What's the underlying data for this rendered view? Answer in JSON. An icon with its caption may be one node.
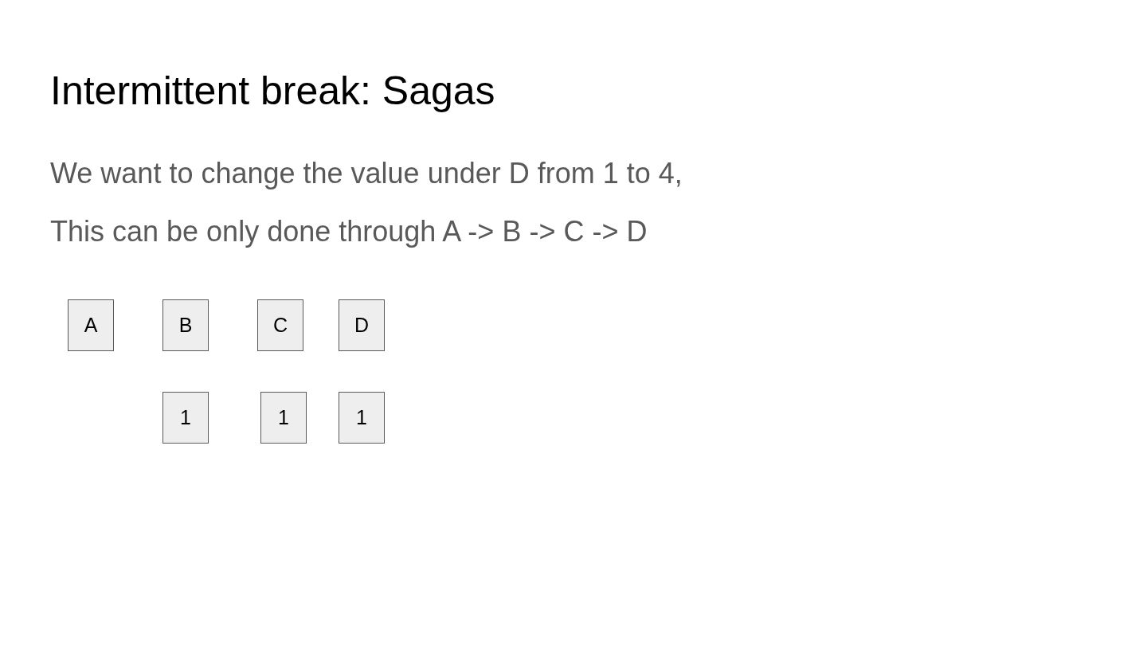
{
  "diagram": {
    "title": "Intermittent break: Sagas",
    "nodes": [
      {
        "text": [
          "A"
        ]
      },
      {
        "text": [
          "B"
        ]
      },
      {
        "text": [
          "C"
        ]
      },
      {
        "text": [
          "D"
        ]
      },
      {
        "text": [
          "1"
        ]
      },
      {
        "text": [
          "1"
        ]
      },
      {
        "text": [
          "1"
        ]
      }
    ],
    "labels": [
      "We want to change the value under D from 1 to 4,",
      "This can be only done through A -> B -> C -> D"
    ]
  }
}
